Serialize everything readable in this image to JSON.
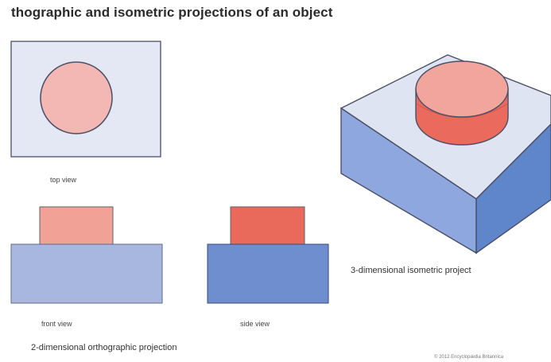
{
  "title": "thographic and isometric projections of an object",
  "captions": {
    "top_view": "top view",
    "front_view": "front view",
    "side_view": "side view",
    "orthographic": "2-dimensional orthographic projection",
    "isometric": "3-dimensional isometric project",
    "copyright": "© 2012 Encyclopædia Britannica"
  },
  "colors": {
    "frame_fill": "#e4e8f4",
    "circle_fill": "#f3b8b3",
    "base_front_fill": "#a8b7e0",
    "base_side_fill": "#6f8ed0",
    "front_cylinder_fill": "#f2a197",
    "side_cylinder_fill": "#e9695a",
    "iso_top_fill": "#dfe4f3",
    "iso_front_fill": "#8ea8df",
    "iso_right_fill": "#5f86cb",
    "iso_cylinder_body": "#ea6b5d",
    "iso_cylinder_top": "#f2a59d",
    "outline": "#4a4f66"
  }
}
